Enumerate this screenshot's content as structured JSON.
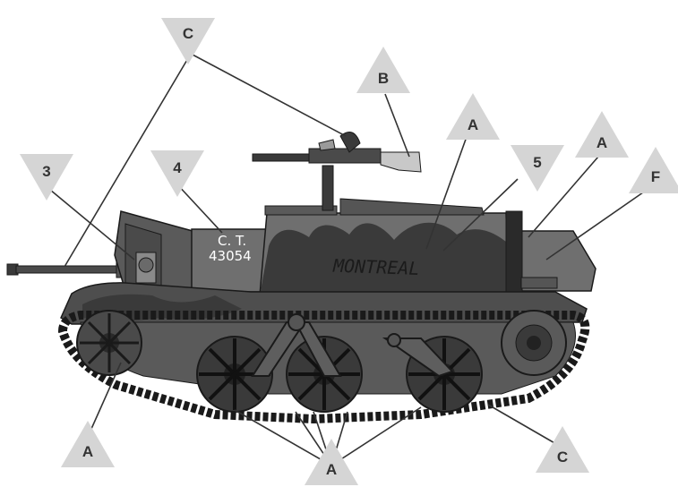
{
  "vehicle": {
    "serial_line1": "C. T.",
    "serial_line2": "43054",
    "hull_name": "MONTREAL"
  },
  "markers": [
    {
      "id": "c-top",
      "label": "C"
    },
    {
      "id": "b",
      "label": "B"
    },
    {
      "id": "a-upper",
      "label": "A"
    },
    {
      "id": "a-right",
      "label": "A"
    },
    {
      "id": "five",
      "label": "5"
    },
    {
      "id": "f",
      "label": "F"
    },
    {
      "id": "three",
      "label": "3"
    },
    {
      "id": "four",
      "label": "4"
    },
    {
      "id": "a-left",
      "label": "A"
    },
    {
      "id": "a-bottom",
      "label": "A"
    },
    {
      "id": "c-bottom",
      "label": "C"
    }
  ],
  "colors": {
    "marker_fill": "#d5d5d5",
    "marker_text": "#333333",
    "hull_light": "#6f6f6f",
    "hull_dark": "#3a3a3a",
    "outline": "#1a1a1a",
    "leader": "#333333"
  }
}
